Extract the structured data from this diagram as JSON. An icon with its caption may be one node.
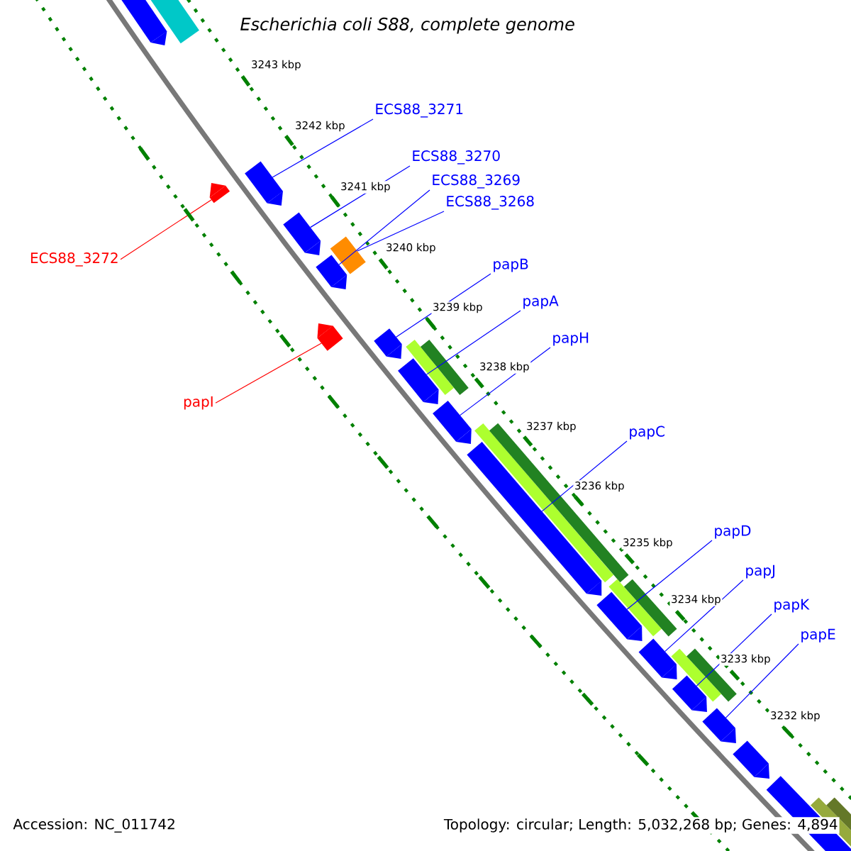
{
  "diagram": {
    "title": "Escherichia coli S88, complete genome",
    "nodes": [
      {
        "text": [
          "ECS88_3271"
        ]
      },
      {
        "text": [
          "ECS88_3270"
        ]
      },
      {
        "text": [
          "ECS88_3269"
        ]
      },
      {
        "text": [
          "ECS88_3268"
        ]
      },
      {
        "text": [
          "ECS88_3272"
        ]
      },
      {
        "text": [
          "papB"
        ]
      },
      {
        "text": [
          "papA"
        ]
      },
      {
        "text": [
          "papH"
        ]
      },
      {
        "text": [
          "papI"
        ]
      },
      {
        "text": [
          "papC"
        ]
      },
      {
        "text": [
          "papD"
        ]
      },
      {
        "text": [
          "papJ"
        ]
      },
      {
        "text": [
          "papK"
        ]
      },
      {
        "text": [
          "papE"
        ]
      },
      {
        "text": [],
        "shape": "bar"
      },
      {
        "text": [],
        "shape": "bar"
      },
      {
        "text": [],
        "shape": "bar"
      },
      {
        "text": [],
        "shape": "bar"
      },
      {
        "text": [],
        "shape": "box"
      },
      {
        "text": [],
        "shape": "bar"
      },
      {
        "text": [],
        "shape": "bar"
      },
      {
        "text": [],
        "shape": "bar"
      },
      {
        "text": [],
        "shape": "bar"
      },
      {
        "text": [],
        "shape": "bar"
      },
      {
        "text": [],
        "shape": "bar"
      },
      {
        "text": [],
        "shape": "bar"
      },
      {
        "text": [],
        "shape": "bar"
      },
      {
        "text": [],
        "shape": "bar"
      },
      {
        "text": [],
        "shape": "bar"
      },
      {
        "text": [],
        "shape": "bar"
      },
      {
        "text": [],
        "shape": "bar"
      }
    ],
    "edges": [
      {
        "from": 0,
        "to": 15,
        "arrow": "none"
      },
      {
        "from": 1,
        "to": 17,
        "arrow": "none"
      },
      {
        "from": 2,
        "to": 19,
        "arrow": "none"
      },
      {
        "from": 3,
        "to": 18,
        "arrow": "none"
      },
      {
        "from": 4,
        "to": 16,
        "arrow": "none",
        "color": "#ff0000"
      },
      {
        "from": 5,
        "to": 21,
        "arrow": "none"
      },
      {
        "from": 6,
        "to": 22,
        "arrow": "none"
      },
      {
        "from": 7,
        "to": 23,
        "arrow": "none"
      },
      {
        "from": 8,
        "to": 20,
        "arrow": "none",
        "color": "#ff0000"
      },
      {
        "from": 9,
        "to": 24,
        "arrow": "none"
      },
      {
        "from": 10,
        "to": 25,
        "arrow": "none"
      },
      {
        "from": 11,
        "to": 26,
        "arrow": "none"
      },
      {
        "from": 12,
        "to": 27,
        "arrow": "none"
      },
      {
        "from": 13,
        "to": 28,
        "arrow": "none"
      }
    ],
    "labels": [
      "3243 kbp",
      "3242 kbp",
      "3241 kbp",
      "3240 kbp",
      "3239 kbp",
      "3238 kbp",
      "3237 kbp",
      "3236 kbp",
      "3235 kbp",
      "3234 kbp",
      "3233 kbp",
      "3232 kbp",
      "Accession: NC_011742",
      "Topology: circular; Length: 5,032,268 bp; Genes: 4,894"
    ]
  }
}
